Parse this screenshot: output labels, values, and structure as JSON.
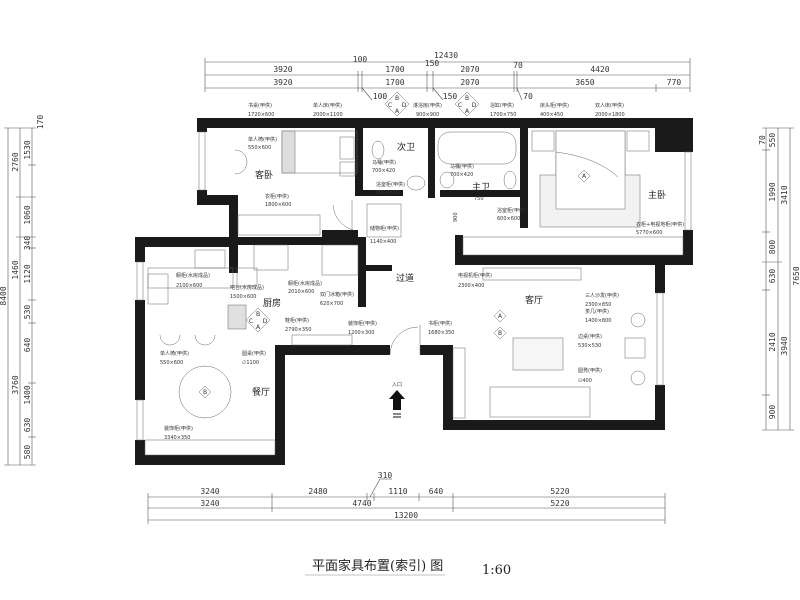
{
  "title": "平面家具布置(索引) 图",
  "scale": "1:60",
  "dimensions": {
    "top": {
      "total": "12430",
      "row1": [
        "3920",
        "100",
        "1700",
        "150",
        "2070",
        "70",
        "4420"
      ],
      "row2": [
        "3920",
        "1700",
        "2070",
        "3650",
        "770"
      ],
      "callouts": [
        "100",
        "150",
        "70"
      ]
    },
    "bottom": {
      "callout": "310",
      "row1": [
        "3240",
        "2480",
        "1110",
        "640",
        "5220"
      ],
      "row2": [
        "3240",
        "4740",
        "5220"
      ],
      "total": "13200"
    },
    "left": {
      "total": "8400",
      "mid": [
        "2760",
        "1460",
        "3760"
      ],
      "inner": [
        "170",
        "1530",
        "1060",
        "340",
        "1120",
        "530",
        "640",
        "1400",
        "630",
        "580"
      ]
    },
    "right": {
      "callout": "70",
      "inner": [
        "550",
        "1990",
        "800",
        "630",
        "2410",
        "900"
      ],
      "mid": [
        "3410",
        "3940"
      ],
      "total": "7650"
    }
  },
  "rooms": {
    "guest_bedroom": "客卧",
    "second_bath": "次卫",
    "master_bath": "主卫",
    "master_bedroom": "主卧",
    "corridor": "过道",
    "kitchen": "厨房",
    "living_room": "客厅",
    "dining_room": "餐厅",
    "entrance": "入口"
  },
  "furniture": {
    "desk": {
      "name": "书桌(甲供)",
      "size": "1720×600"
    },
    "single_bed": {
      "name": "单人床(甲供)",
      "size": "2000×1100"
    },
    "shower": {
      "name": "淋浴房(甲供)",
      "size": "900×900"
    },
    "bathtub": {
      "name": "浴缸(甲供)",
      "size": "1700×750"
    },
    "nightstand": {
      "name": "床头柜(甲供)",
      "size": "400×450"
    },
    "double_bed": {
      "name": "双人床(甲供)",
      "size": "2000×1800"
    },
    "guest_chair": {
      "name": "单人椅(甲供)",
      "size": "550×600"
    },
    "guest_wardrobe": {
      "name": "衣柜(甲供)",
      "size": "1800×600"
    },
    "toilet_1": {
      "name": "马桶(甲供)",
      "size": "700×420"
    },
    "vanity_1": {
      "name": "浴室柜(甲供)",
      "size": "600×600"
    },
    "toilet_2": {
      "name": "马桶(甲供)",
      "size": "700×420"
    },
    "vanity_2": {
      "name": "浴室柜(甲供)",
      "size": "600×600"
    },
    "master_bath_width": "750",
    "door_width": "900",
    "storage": {
      "name": "储物柜(甲供)",
      "size": "1140×400"
    },
    "master_wardrobe": {
      "name": "衣柜+电视地柜(甲供)",
      "size": "5770×600"
    },
    "cabinet_1": {
      "name": "橱柜(水房成品)",
      "size": "2100×600"
    },
    "bar": {
      "name": "吧台(水房成品)",
      "size": "1500×600"
    },
    "cabinet_2": {
      "name": "橱柜(水房成品)",
      "size": "2010×600"
    },
    "fridge": {
      "name": "双门冰箱(甲供)",
      "size": "620×700"
    },
    "shoe_cabinet": {
      "name": "鞋柜(甲供)",
      "size": "2790×350"
    },
    "deco_cabinet": {
      "name": "装饰柜(甲供)",
      "size": "1200×300"
    },
    "dining_chair": {
      "name": "单人椅(甲供)",
      "size": "550×600"
    },
    "round_table": {
      "name": "圆桌(甲供)",
      "size": "∅1100"
    },
    "sideboard": {
      "name": "装饰柜(甲供)",
      "size": "3340×350"
    },
    "tv_cabinet": {
      "name": "电视机柜(甲供)",
      "size": "2300×400"
    },
    "sofa": {
      "name": "三人沙发(甲供)",
      "size": "2300×850"
    },
    "coffee_table": {
      "name": "茶几(甲供)",
      "size": "1400×800"
    },
    "side_table": {
      "name": "边桌(甲供)",
      "size": "530×530"
    },
    "stool": {
      "name": "圆凳(甲供)",
      "size": "∅400"
    },
    "bookcase": {
      "name": "书柜(甲供)",
      "size": "1680×350"
    }
  },
  "index_marks": [
    "A",
    "B",
    "C",
    "D"
  ]
}
